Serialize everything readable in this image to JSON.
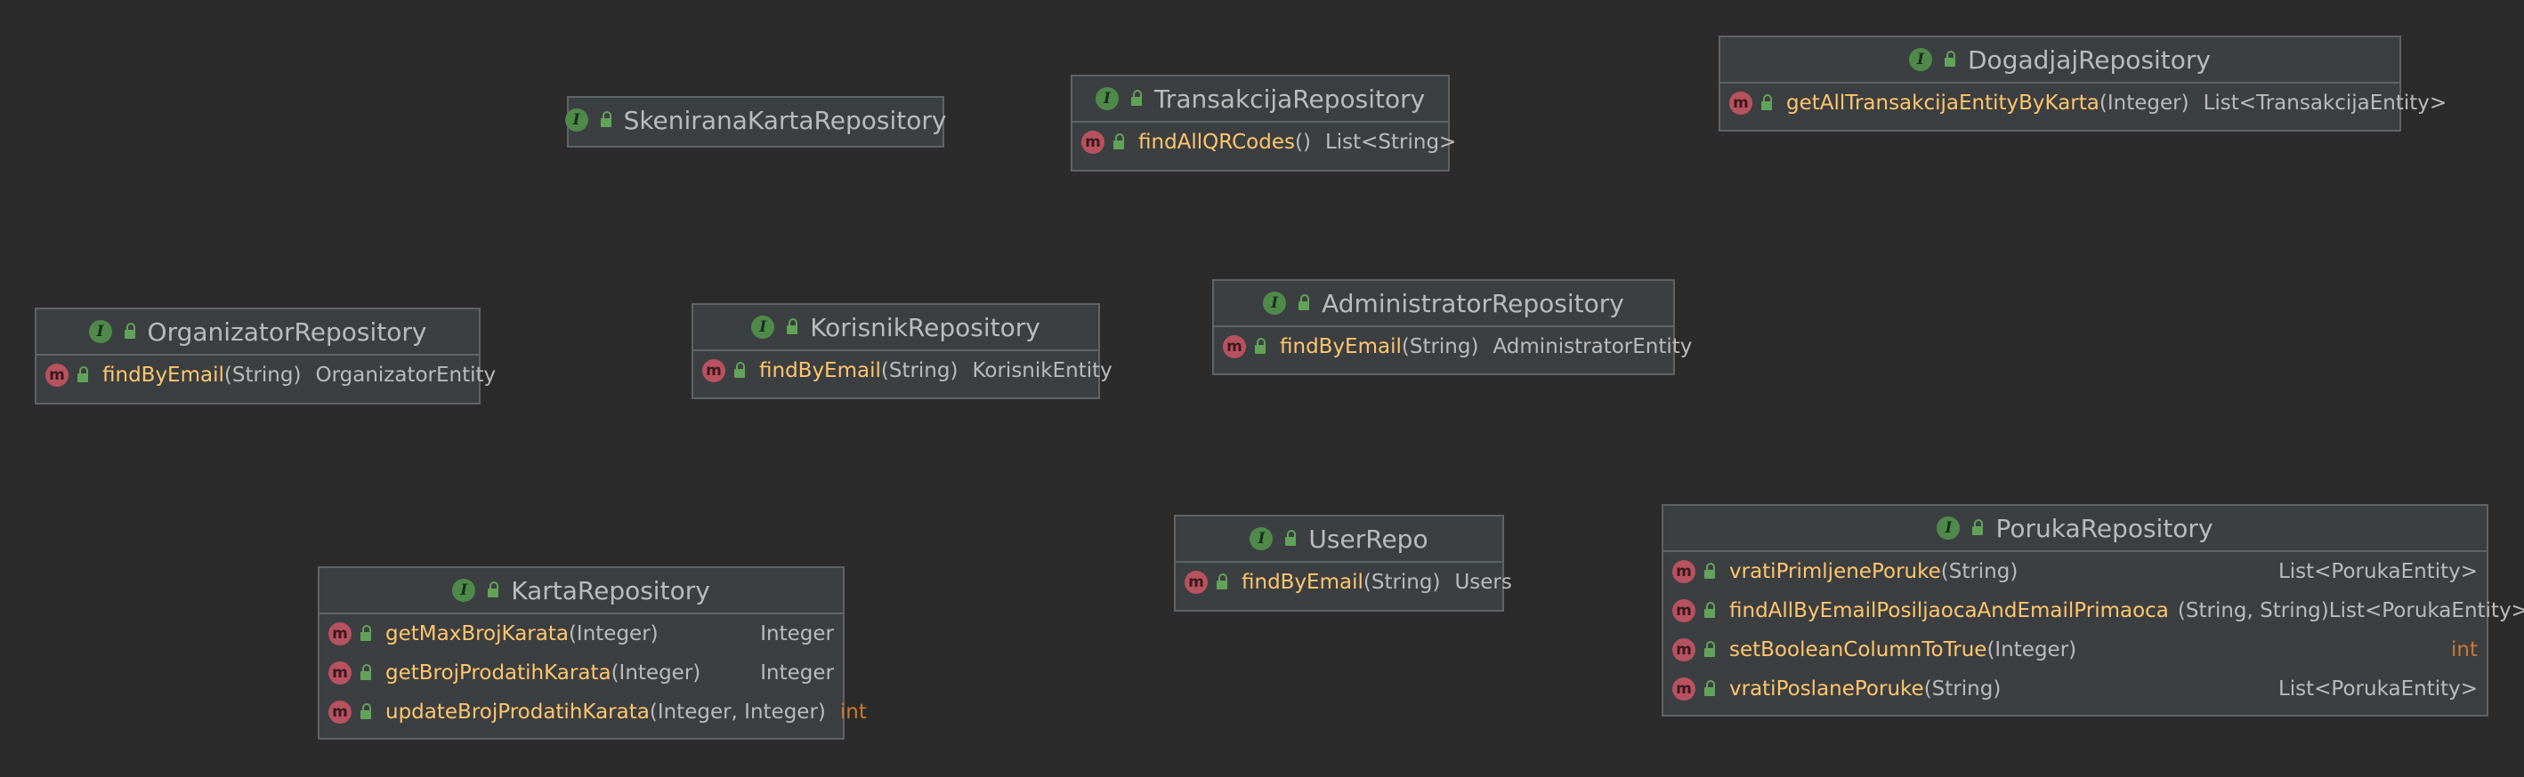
{
  "diagram": {
    "classes": [
      {
        "id": "skenirana",
        "name": "SkeniranaKartaRepository",
        "methods": []
      },
      {
        "id": "transakcija",
        "name": "TransakcijaRepository",
        "methods": [
          {
            "name": "findAllQRCodes",
            "params": "()",
            "returns": "List<String>"
          }
        ]
      },
      {
        "id": "dogadjaj",
        "name": "DogadjajRepository",
        "methods": [
          {
            "name": "getAllTransakcijaEntityByKarta",
            "params": "(Integer)",
            "returns": "List<TransakcijaEntity>"
          }
        ]
      },
      {
        "id": "organizator",
        "name": "OrganizatorRepository",
        "methods": [
          {
            "name": "findByEmail",
            "params": "(String)",
            "returns": "OrganizatorEntity"
          }
        ]
      },
      {
        "id": "korisnik",
        "name": "KorisnikRepository",
        "methods": [
          {
            "name": "findByEmail",
            "params": "(String)",
            "returns": "KorisnikEntity"
          }
        ]
      },
      {
        "id": "administrator",
        "name": "AdministratorRepository",
        "methods": [
          {
            "name": "findByEmail",
            "params": "(String)",
            "returns": "AdministratorEntity"
          }
        ]
      },
      {
        "id": "userrepo",
        "name": "UserRepo",
        "methods": [
          {
            "name": "findByEmail",
            "params": "(String)",
            "returns": "Users"
          }
        ]
      },
      {
        "id": "karta",
        "name": "KartaRepository",
        "methods": [
          {
            "name": "getMaxBrojKarata",
            "params": "(Integer)",
            "returns": "Integer"
          },
          {
            "name": "getBrojProdatihKarata",
            "params": "(Integer)",
            "returns": "Integer"
          },
          {
            "name": "updateBrojProdatihKarata",
            "params": "(Integer, Integer)",
            "returns": "int"
          }
        ]
      },
      {
        "id": "poruka",
        "name": "PorukaRepository",
        "methods": [
          {
            "name": "vratiPrimljenePoruke",
            "params": "(String)",
            "returns": "List<PorukaEntity>"
          },
          {
            "name": "findAllByEmailPosiljaocaAndEmailPrimaoca",
            "params": "(String, String)",
            "returns": "List<PorukaEntity>"
          },
          {
            "name": "setBooleanColumnToTrue",
            "params": "(Integer)",
            "returns": "int"
          },
          {
            "name": "vratiPoslanePoruke",
            "params": "(String)",
            "returns": "List<PorukaEntity>"
          }
        ]
      }
    ],
    "icons": {
      "interface_letter": "I",
      "method_letter": "m",
      "interface_color": "#4f8a4a",
      "method_color": "#b8525f",
      "visibility_color": "#62a35a"
    },
    "colors": {
      "background": "#2b2b2b",
      "box": "#3c3f41",
      "border": "#5e6366",
      "method_name": "#ffc66d",
      "primitive_type": "#cc7832"
    }
  }
}
